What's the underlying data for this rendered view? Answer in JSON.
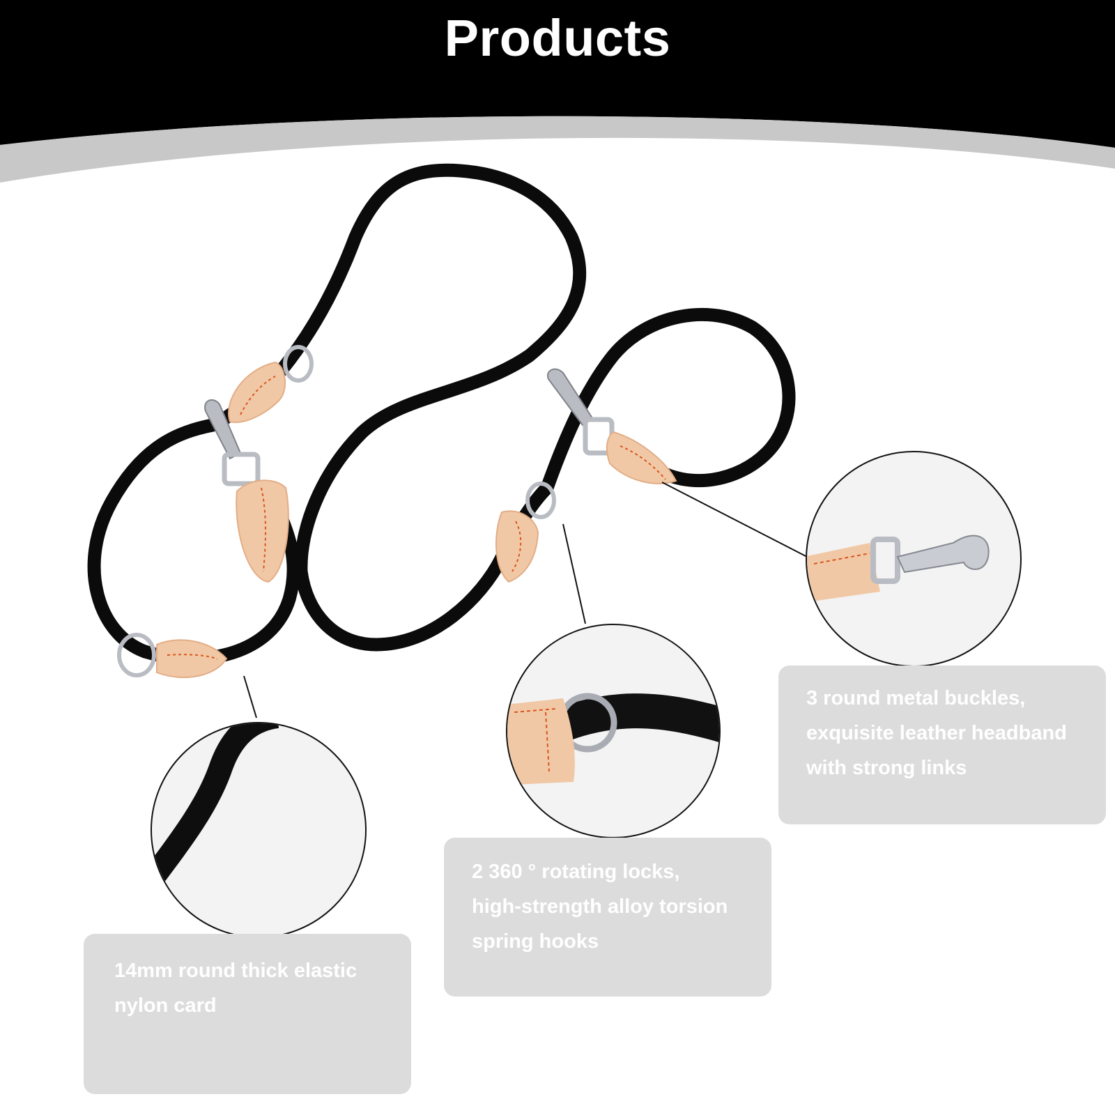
{
  "header": {
    "title": "Products",
    "colors": {
      "band": "#000000",
      "swoosh": "#c8c8c8",
      "title_text": "#ffffff"
    }
  },
  "product": {
    "name_icon": "dog-leash-image",
    "colors": {
      "rope": "#0b0b0b",
      "leather": "#f1c8a6",
      "stitching": "#d8561e",
      "metal": "#b9bcc2"
    }
  },
  "features": [
    {
      "id": "rope",
      "zoom_icon": "rope-closeup-image",
      "lines": [
        "14mm round thick elastic",
        "nylon card"
      ]
    },
    {
      "id": "hooks",
      "zoom_icon": "ring-closeup-image",
      "lines": [
        "2 360 ° rotating locks,",
        "high-strength alloy torsion",
        "spring hooks"
      ]
    },
    {
      "id": "buckles",
      "zoom_icon": "snap-hook-closeup-image",
      "lines": [
        "3 round metal buckles,",
        "exquisite leather headband",
        "with strong links"
      ]
    }
  ],
  "box_color": "#dcdcdd"
}
